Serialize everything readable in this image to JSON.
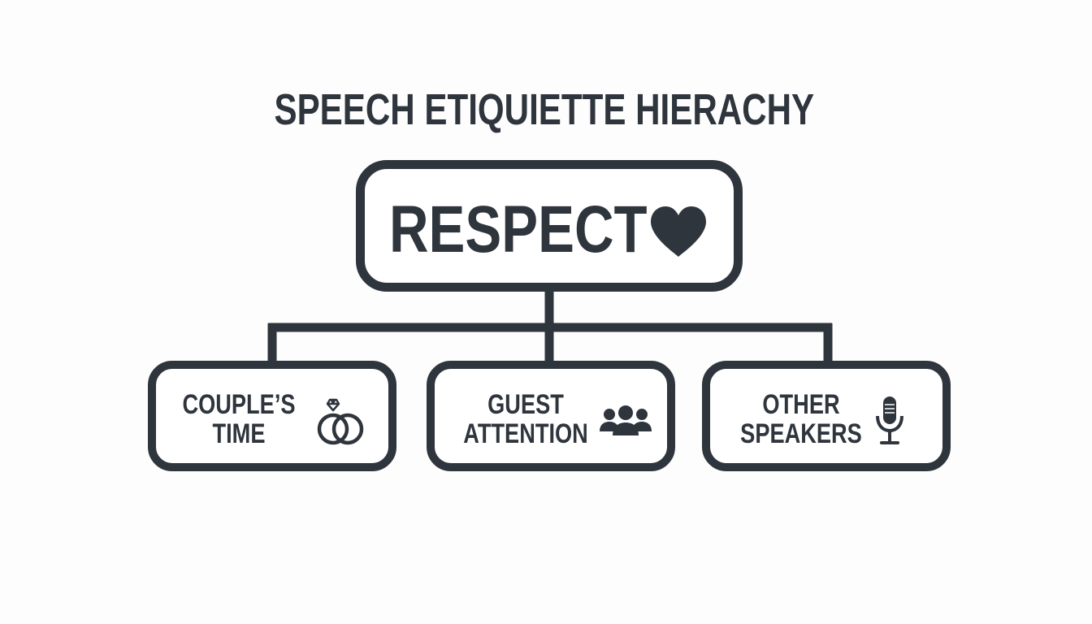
{
  "title": "SPEECH ETIQUIETTE HIERACHY",
  "colors": {
    "ink": "#2f353d",
    "background": "#fdfdfd",
    "box_fill": "#ffffff"
  },
  "root": {
    "label": "RESPECT",
    "icon": "heart-icon"
  },
  "children": [
    {
      "line1": "COUPLE’S",
      "line2": "TIME",
      "icon": "wedding-rings-icon"
    },
    {
      "line1": "GUEST",
      "line2": "ATTENTION",
      "icon": "group-people-icon"
    },
    {
      "line1": "OTHER",
      "line2": "SPEAKERS",
      "icon": "microphone-icon"
    }
  ]
}
